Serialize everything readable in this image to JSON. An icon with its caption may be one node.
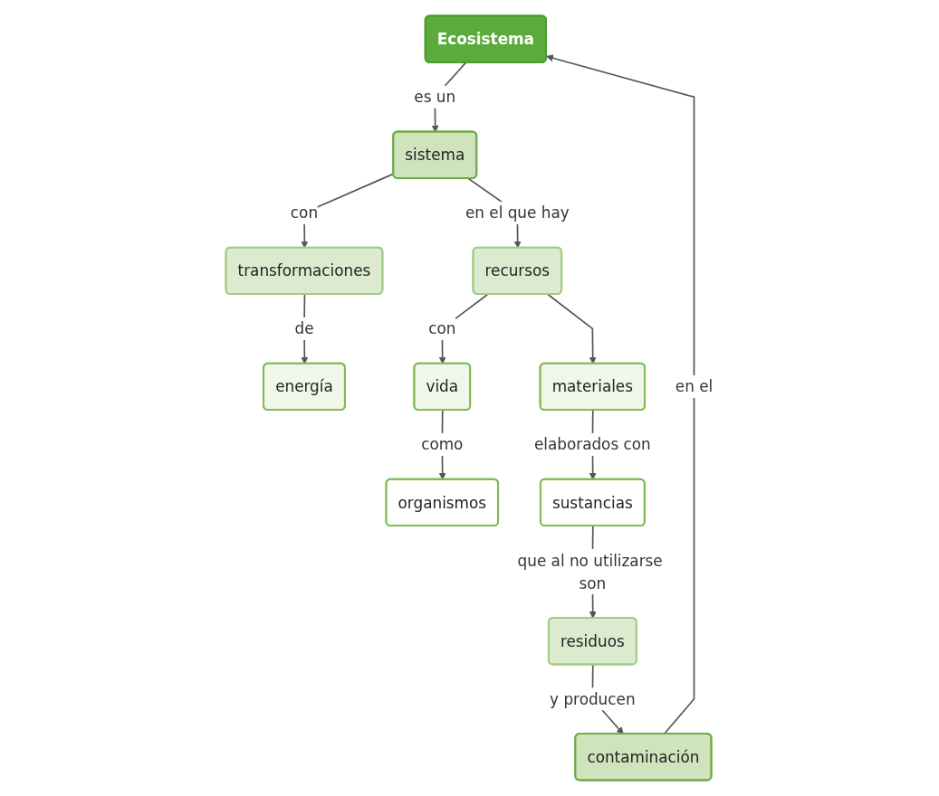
{
  "diagram": {
    "nodes": [
      {
        "text": [
          "Ecosistema"
        ]
      },
      {
        "text": [
          "energía"
        ]
      },
      {
        "text": [
          "transformaciones"
        ]
      },
      {
        "text": [
          "sistema"
        ]
      },
      {
        "text": [
          "contaminación"
        ]
      },
      {
        "text": [
          "recursos"
        ]
      },
      {
        "text": [
          "residuos"
        ]
      },
      {
        "text": [
          "vida"
        ]
      },
      {
        "text": [
          "materiales"
        ]
      },
      {
        "text": [
          "organismos"
        ]
      },
      {
        "text": [
          "sustancias"
        ]
      }
    ],
    "edges": [
      {
        "from": 0,
        "to": 3,
        "arrow": "to",
        "label": "es un"
      },
      {
        "from": 3,
        "to": 2,
        "arrow": "to",
        "label": "con"
      },
      {
        "from": 2,
        "to": 1,
        "arrow": "to",
        "label": "de"
      },
      {
        "from": 3,
        "to": 5,
        "arrow": "to",
        "label": "en el que hay"
      },
      {
        "from": 5,
        "to": 7,
        "arrow": "to",
        "label": "con"
      },
      {
        "from": 5,
        "to": 8,
        "arrow": "to"
      },
      {
        "from": 7,
        "to": 9,
        "arrow": "to",
        "label": "como"
      },
      {
        "from": 8,
        "to": 10,
        "arrow": "to",
        "label": "elaborados con"
      },
      {
        "from": 10,
        "to": 6,
        "arrow": "to",
        "label": "que al no utilizarse son"
      },
      {
        "from": 6,
        "to": 4,
        "arrow": "to",
        "label": "y producen"
      },
      {
        "from": 4,
        "to": 0,
        "arrow": "to",
        "label": "en el"
      }
    ]
  }
}
